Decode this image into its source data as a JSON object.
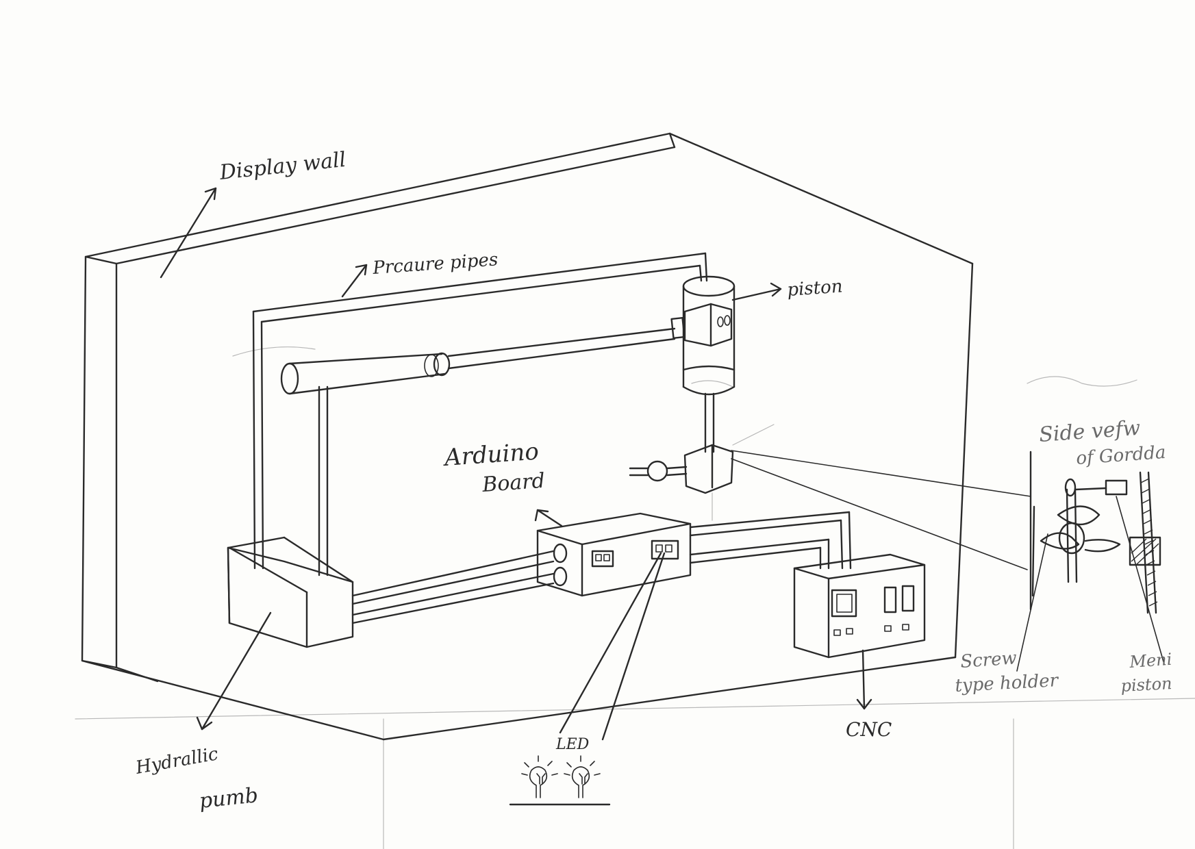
{
  "labels": {
    "display_wall": "Display wall",
    "pressure_pipes": "Prcaure pipes",
    "piston": "piston",
    "arduino_line1": "Arduino",
    "arduino_line2": "Board",
    "hydraulic_line1": "Hydrallic",
    "hydraulic_line2": "pumb",
    "led": "LED",
    "cnc": "CNC",
    "side_view_line1": "Side vefw",
    "side_view_line2": "of Gordda",
    "screw_line1": "Screw",
    "screw_line2": "type holder",
    "mini_piston_line1": "Meni",
    "mini_piston_line2": "piston"
  },
  "colors": {
    "paper": "#fdfdfb",
    "ink": "#2a2a2a",
    "gray_ink": "#6a6a6a"
  }
}
